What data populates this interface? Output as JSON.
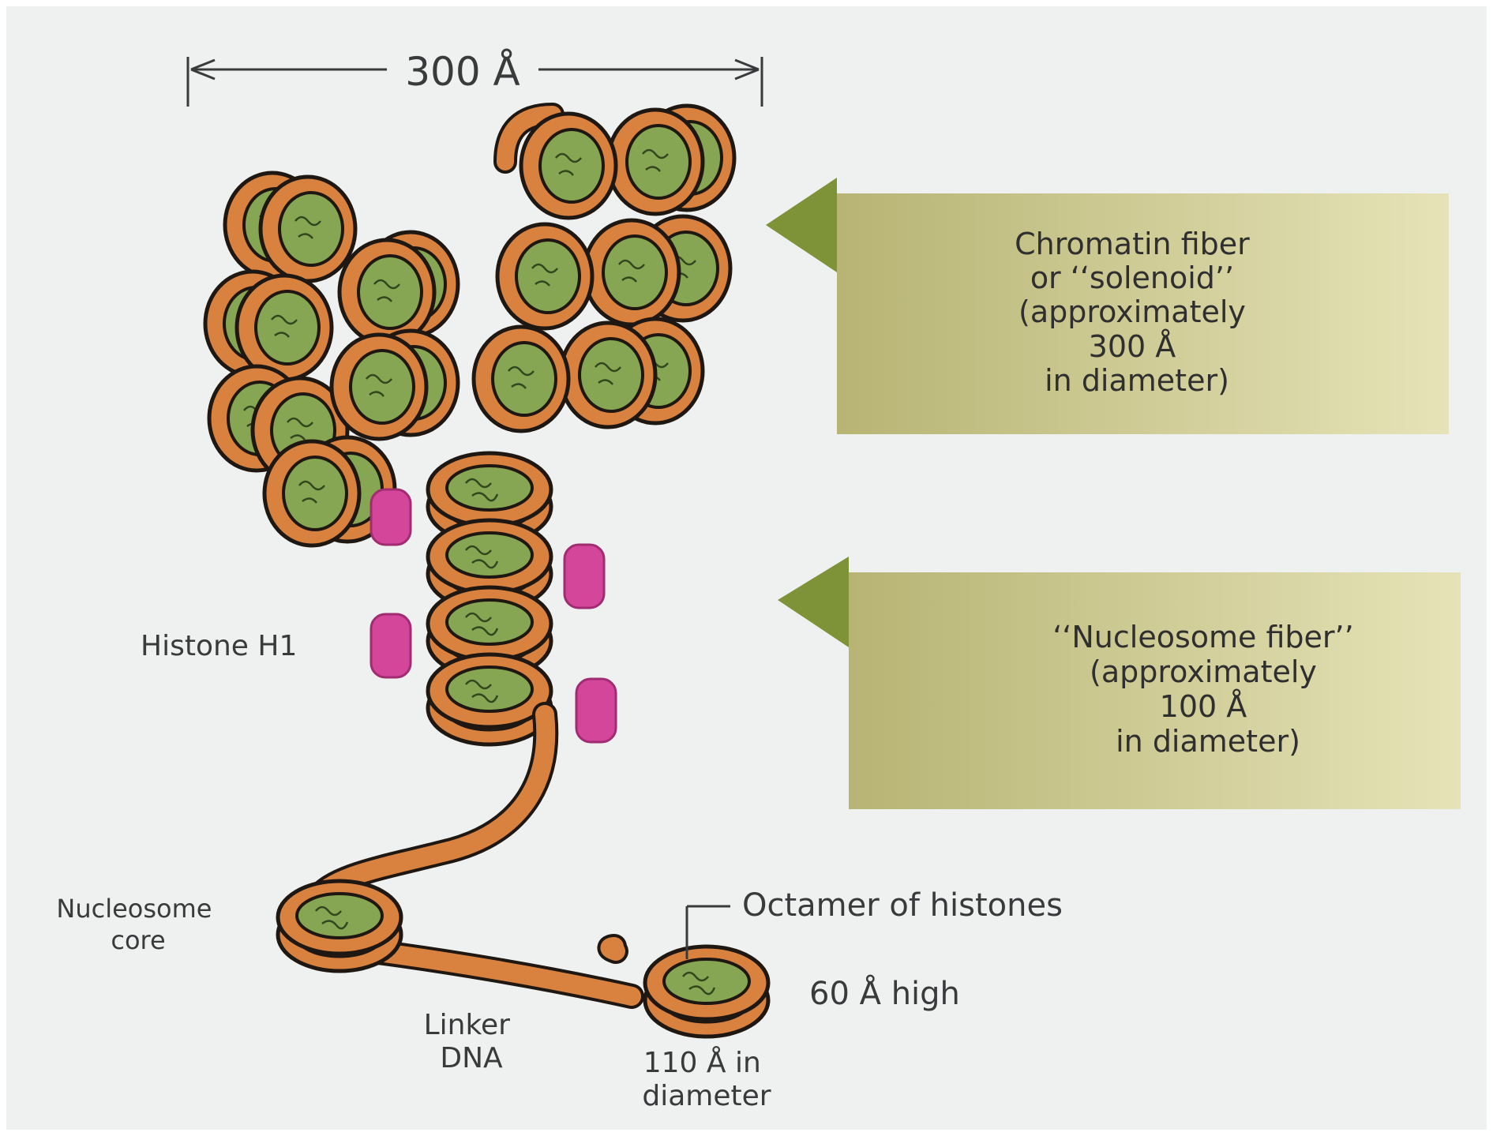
{
  "dimension": {
    "label": "300 Å"
  },
  "callouts": {
    "solenoid": {
      "lines": [
        "Chromatin fiber",
        "or ‘‘solenoid’’",
        "(approximately",
        "300 Å",
        "in diameter)"
      ]
    },
    "nucleosome_fiber": {
      "lines": [
        "‘‘Nucleosome fiber’’",
        "(approximately",
        "100 Å",
        "in diameter)"
      ]
    }
  },
  "labels": {
    "histone_h1": "Histone H1",
    "nucleosome_core": [
      "Nucleosome",
      "core"
    ],
    "octamer": "Octamer of histones",
    "height": "60 Å high",
    "linker_dna": [
      "Linker",
      "DNA"
    ],
    "diameter": [
      "110 Å in",
      "diameter"
    ]
  },
  "colors": {
    "page_background": "#eef1ef",
    "dna_orange": "#d9823f",
    "dna_outline": "#1f1712",
    "histone_green": "#86a653",
    "histone_h1_magenta": "#d4469a",
    "callout_olive": "#c8c38a",
    "arrow_olive": "#7e9338"
  }
}
